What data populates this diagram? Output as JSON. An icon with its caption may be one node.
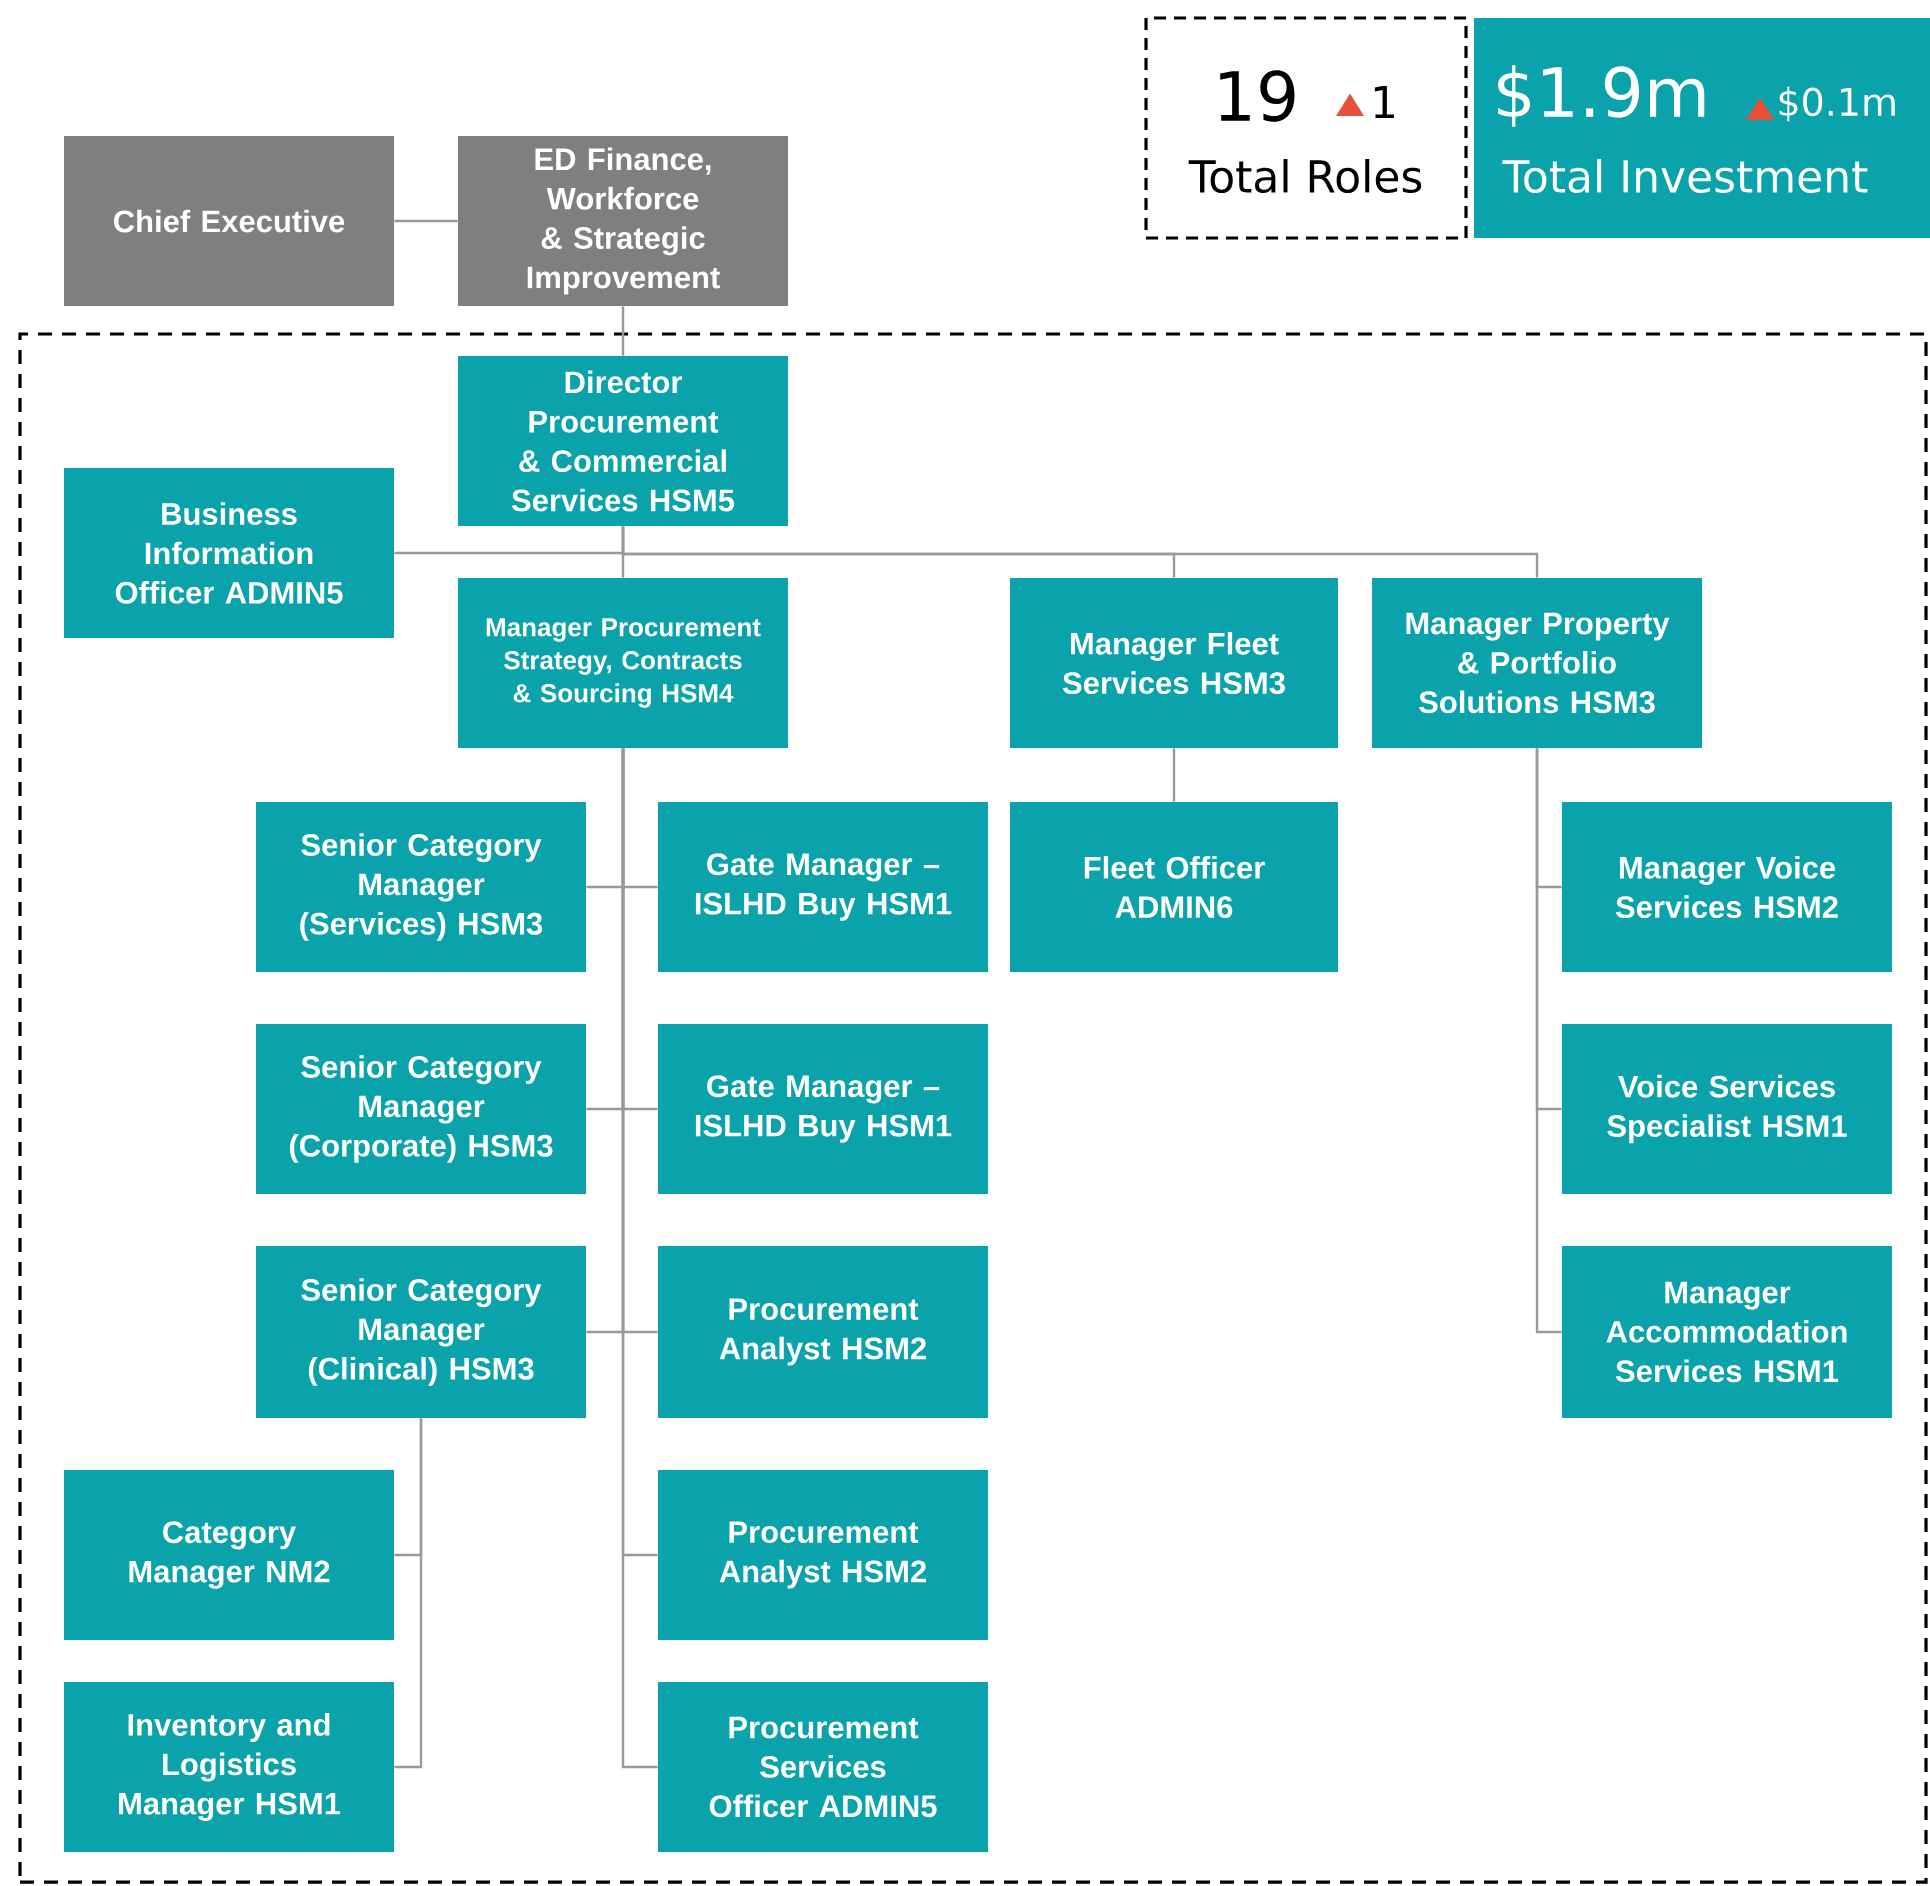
{
  "diagram": {
    "nodes": [
      {
        "text": [
          "19",
          "1",
          "Total Roles"
        ]
      },
      {
        "text": [
          "$1.9m",
          "$0.1m",
          "Total Investment"
        ]
      },
      {
        "text": [
          "Chief Executive"
        ]
      },
      {
        "text": [
          "ED Finance, Workforce & Strategic Improvement"
        ]
      },
      {
        "text": [],
        "shape": "box"
      },
      {
        "text": [
          "Director Procurement & Commercial Services HSM5"
        ],
        "in": 4
      },
      {
        "text": [
          "Business Information Officer ADMIN5"
        ],
        "in": 4
      },
      {
        "text": [
          "Manager Procurement Strategy, Contracts & Sourcing HSM4"
        ],
        "in": 4
      },
      {
        "text": [
          "Manager Fleet Services HSM3"
        ],
        "in": 4
      },
      {
        "text": [
          "Manager Property & Portfolio Solutions HSM3"
        ],
        "in": 4
      },
      {
        "text": [
          "Senior Category Manager (Services) HSM3"
        ],
        "in": 4
      },
      {
        "text": [
          "Gate Manager – ISLHD Buy HSM1"
        ],
        "in": 4
      },
      {
        "text": [
          "Fleet Officer ADMIN6"
        ],
        "in": 4
      },
      {
        "text": [
          "Manager Voice Services HSM2"
        ],
        "in": 4
      },
      {
        "text": [
          "Senior Category Manager (Corporate) HSM3"
        ],
        "in": 4
      },
      {
        "text": [
          "Gate Manager – ISLHD Buy HSM1"
        ],
        "in": 4
      },
      {
        "text": [
          "Voice Services Specialist HSM1"
        ],
        "in": 4
      },
      {
        "text": [
          "Senior Category Manager (Clinical) HSM3"
        ],
        "in": 4
      },
      {
        "text": [
          "Procurement Analyst HSM2"
        ],
        "in": 4
      },
      {
        "text": [
          "Manager Accommodation Services HSM1"
        ],
        "in": 4
      },
      {
        "text": [
          "Category Manager NM2"
        ],
        "in": 4
      },
      {
        "text": [
          "Procurement Analyst HSM2"
        ],
        "in": 4
      },
      {
        "text": [
          "Inventory and Logistics Manager HSM1"
        ],
        "in": 4
      },
      {
        "text": [
          "Procurement Services Officer ADMIN5"
        ],
        "in": 4
      }
    ],
    "edges": [
      {
        "from": 2,
        "to": 3,
        "arrow": "none"
      },
      {
        "from": 3,
        "to": 5,
        "arrow": "none"
      },
      {
        "from": 5,
        "to": 6,
        "arrow": "none"
      },
      {
        "from": 5,
        "to": 7,
        "arrow": "none"
      },
      {
        "from": 5,
        "to": 8,
        "arrow": "none"
      },
      {
        "from": 5,
        "to": 9,
        "arrow": "none"
      },
      {
        "from": 7,
        "to": 10,
        "arrow": "none"
      },
      {
        "from": 7,
        "to": 11,
        "arrow": "none"
      },
      {
        "from": 7,
        "to": 14,
        "arrow": "none"
      },
      {
        "from": 7,
        "to": 15,
        "arrow": "none"
      },
      {
        "from": 7,
        "to": 17,
        "arrow": "none"
      },
      {
        "from": 7,
        "to": 18,
        "arrow": "none"
      },
      {
        "from": 7,
        "to": 21,
        "arrow": "none"
      },
      {
        "from": 7,
        "to": 23,
        "arrow": "none"
      },
      {
        "from": 8,
        "to": 12,
        "arrow": "none"
      },
      {
        "from": 9,
        "to": 13,
        "arrow": "none"
      },
      {
        "from": 9,
        "to": 16,
        "arrow": "none"
      },
      {
        "from": 9,
        "to": 19,
        "arrow": "none"
      },
      {
        "from": 17,
        "to": 20,
        "arrow": "none"
      },
      {
        "from": 17,
        "to": 22,
        "arrow": "none"
      }
    ]
  }
}
